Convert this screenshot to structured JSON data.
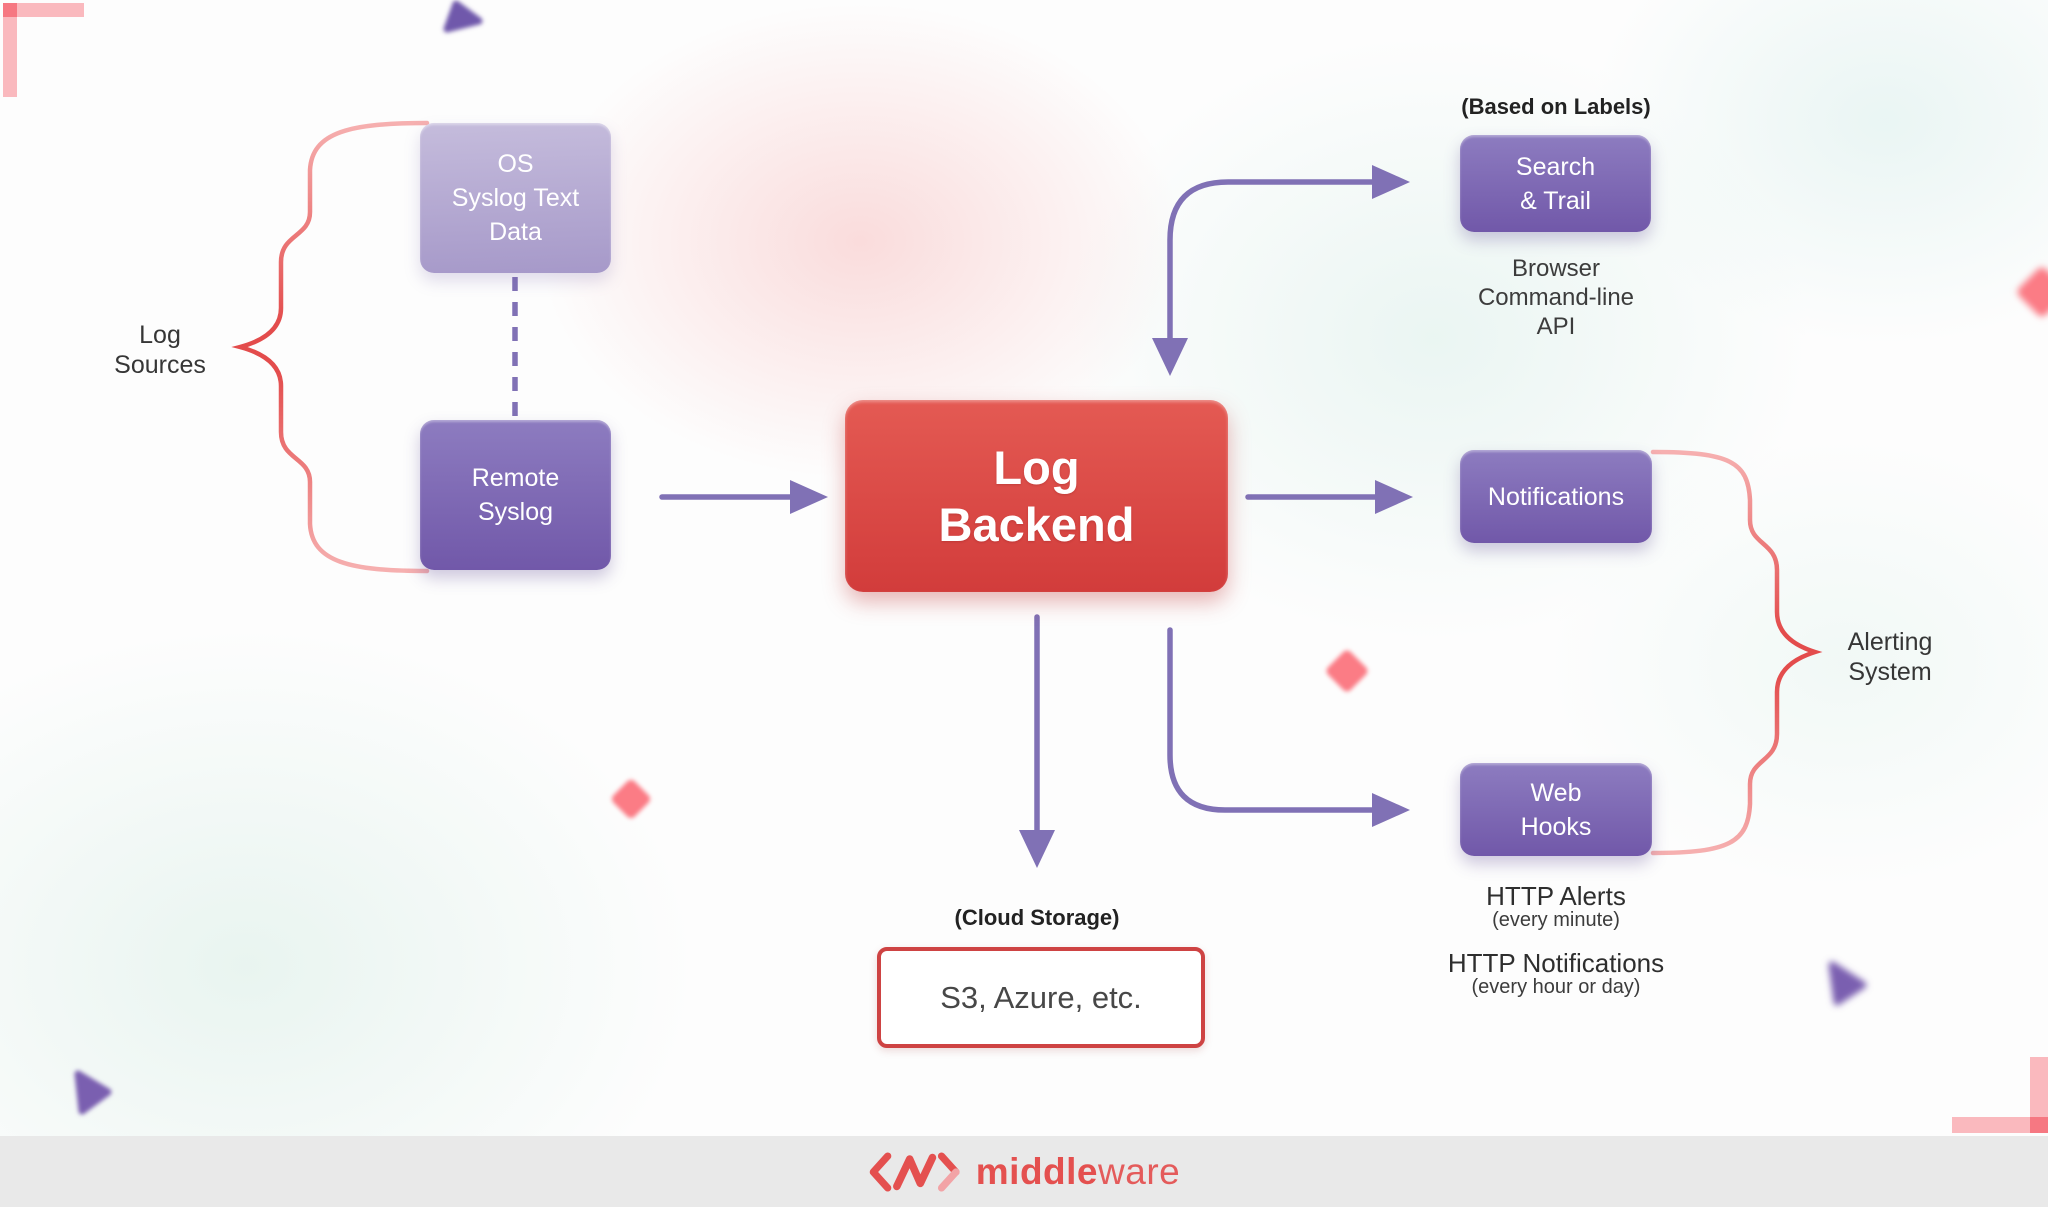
{
  "nodes": {
    "os_syslog": {
      "line1": "OS",
      "line2": "Syslog Text",
      "line3": "Data"
    },
    "remote_syslog": {
      "line1": "Remote",
      "line2": "Syslog"
    },
    "log_backend": {
      "line1": "Log",
      "line2": "Backend"
    },
    "search_trail": {
      "line1": "Search",
      "line2": "& Trail"
    },
    "notifications": {
      "label": "Notifications"
    },
    "web_hooks": {
      "line1": "Web",
      "line2": "Hooks"
    },
    "cloud_storage_box": {
      "label": "S3, Azure, etc."
    }
  },
  "labels": {
    "log_sources": {
      "line1": "Log",
      "line2": "Sources"
    },
    "based_on_labels": "(Based on Labels)",
    "search_access": {
      "line1": "Browser",
      "line2": "Command-line",
      "line3": "API"
    },
    "cloud_storage": "(Cloud Storage)",
    "http_alerts_title": "HTTP Alerts",
    "http_alerts_sub": "(every minute)",
    "http_notifications_title": "HTTP Notifications",
    "http_notifications_sub": "(every hour or day)",
    "alerting_system": {
      "line1": "Alerting",
      "line2": "System"
    }
  },
  "footer": {
    "brand_bold": "middle",
    "brand_light": "ware"
  },
  "colors": {
    "node_purple_top": "#8d7cc0",
    "node_purple_bottom": "#7158a9",
    "node_purple_light_top": "#c5bcdc",
    "node_purple_light_bottom": "#a699c9",
    "node_red_top": "#e45a53",
    "node_red_bottom": "#d23c3b",
    "arrow_purple": "#8071b5",
    "brace_red": "#e04f4f",
    "accent_pink": "#f98f96",
    "storage_border_red": "#ce4343",
    "brand_red": "#e4504f",
    "text_dark": "#363636"
  }
}
